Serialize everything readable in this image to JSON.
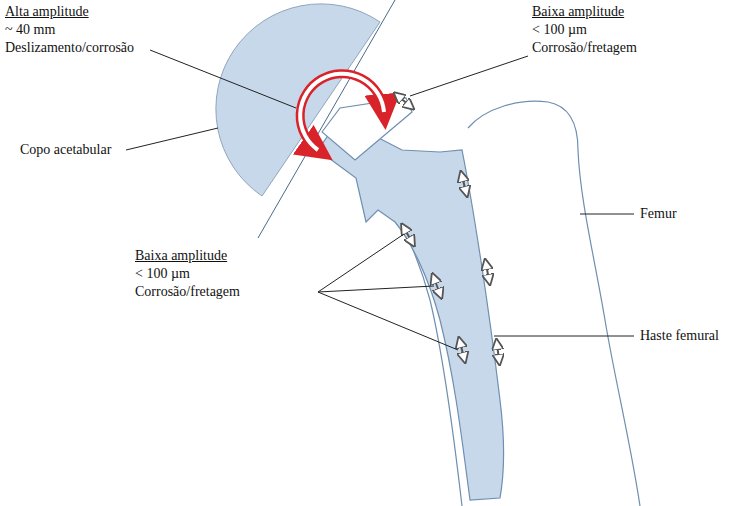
{
  "diagram": {
    "labels": [
      "Alta amplitude",
      "~ 40 mm",
      "Deslizamento/corrosão",
      "Baixa amplitude",
      "< 100 µm",
      "Corrosão/fretagem",
      "Copo acetabular",
      "Femur",
      "Baixa amplitude",
      "< 100 µm",
      "Corrosão/fretagem",
      "Haste femural"
    ]
  }
}
